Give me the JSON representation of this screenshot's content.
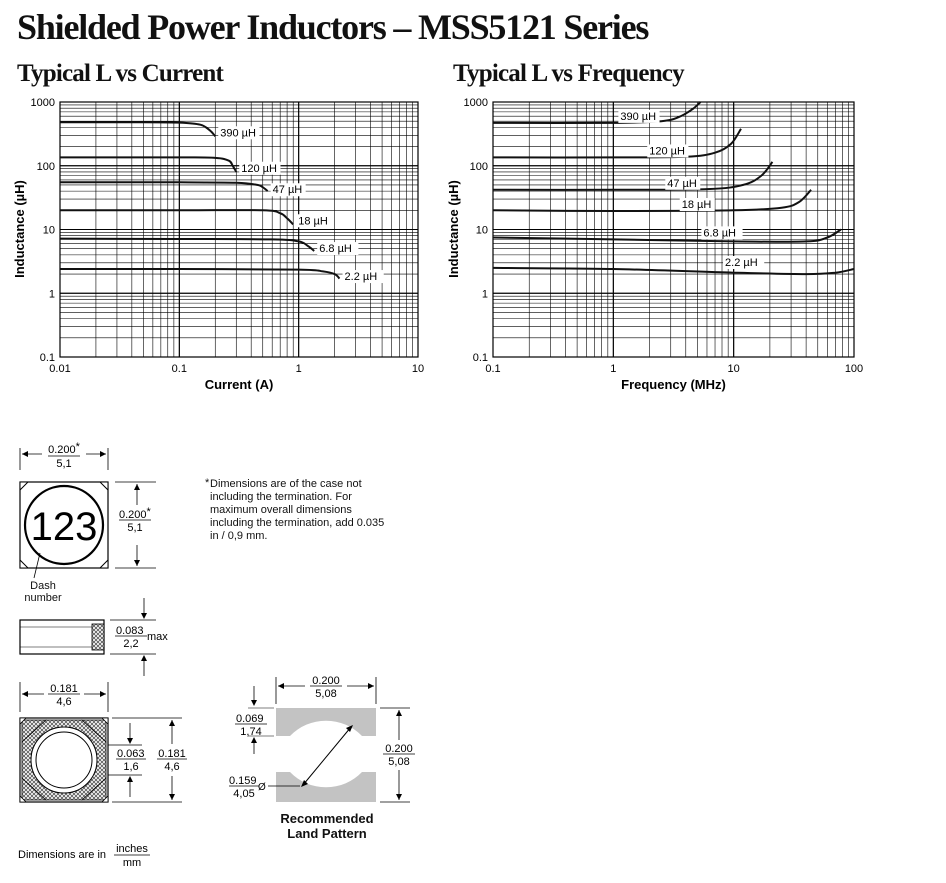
{
  "page": {
    "title": "Shielded Power Inductors – MSS5121 Series"
  },
  "chart_data": [
    {
      "type": "line",
      "title": "Typical L vs Current",
      "xlabel": "Current (A)",
      "ylabel": "Inductance (µH)",
      "xscale": "log",
      "yscale": "log",
      "xlim": [
        0.01,
        10
      ],
      "ylim": [
        0.1,
        1000
      ],
      "xticks": [
        "0.01",
        "0.1",
        "1",
        "10"
      ],
      "yticks": [
        "0.1",
        "1",
        "10",
        "100",
        "1000"
      ],
      "grid": true,
      "series": [
        {
          "name": "390 µH",
          "x": [
            0.01,
            0.05,
            0.1,
            0.15,
            0.18,
            0.2
          ],
          "y": [
            480,
            480,
            476,
            440,
            360,
            290
          ]
        },
        {
          "name": "120 µH",
          "x": [
            0.01,
            0.1,
            0.2,
            0.26,
            0.28,
            0.3
          ],
          "y": [
            135,
            135,
            133,
            120,
            100,
            80
          ]
        },
        {
          "name": "47 µH",
          "x": [
            0.01,
            0.1,
            0.3,
            0.45,
            0.5,
            0.55
          ],
          "y": [
            55,
            55,
            54,
            50,
            46,
            40
          ]
        },
        {
          "name": "18 µH",
          "x": [
            0.01,
            0.1,
            0.5,
            0.7,
            0.8,
            0.9
          ],
          "y": [
            20,
            20,
            20,
            18,
            15,
            12
          ]
        },
        {
          "name": "6.8 µH",
          "x": [
            0.01,
            0.1,
            0.6,
            1.0,
            1.2,
            1.35
          ],
          "y": [
            7.2,
            7.1,
            7.0,
            6.5,
            5.5,
            4.6
          ]
        },
        {
          "name": "2.2 µH",
          "x": [
            0.01,
            0.1,
            1.0,
            1.6,
            2.0,
            2.2
          ],
          "y": [
            2.4,
            2.4,
            2.35,
            2.2,
            2.0,
            1.7
          ]
        }
      ]
    },
    {
      "type": "line",
      "title": "Typical L vs Frequency",
      "xlabel": "Frequency (MHz)",
      "ylabel": "Inductance (µH)",
      "xscale": "log",
      "yscale": "log",
      "xlim": [
        0.1,
        100
      ],
      "ylim": [
        0.1,
        1000
      ],
      "xticks": [
        "0.1",
        "1",
        "10",
        "100"
      ],
      "yticks": [
        "0.1",
        "1",
        "10",
        "100",
        "1000"
      ],
      "grid": true,
      "series": [
        {
          "name": "390 µH",
          "x": [
            0.1,
            1,
            2.5,
            3.5,
            4.5,
            5.3
          ],
          "y": [
            470,
            470,
            500,
            580,
            760,
            1000
          ]
        },
        {
          "name": "120 µH",
          "x": [
            0.1,
            1,
            4,
            7,
            9.5,
            11.5
          ],
          "y": [
            135,
            135,
            138,
            160,
            220,
            380
          ]
        },
        {
          "name": "47 µH",
          "x": [
            0.1,
            1,
            6,
            12,
            17,
            21
          ],
          "y": [
            42,
            42,
            43,
            50,
            70,
            115
          ]
        },
        {
          "name": "18 µH",
          "x": [
            0.1,
            1,
            10,
            25,
            35,
            44
          ],
          "y": [
            20,
            19.5,
            20,
            22,
            27,
            42
          ]
        },
        {
          "name": "6.8 µH",
          "x": [
            0.1,
            1,
            10,
            40,
            60,
            78
          ],
          "y": [
            7.5,
            7,
            6.5,
            6.5,
            7.5,
            10
          ]
        },
        {
          "name": "2.2 µH",
          "x": [
            0.1,
            1,
            10,
            40,
            70,
            100
          ],
          "y": [
            2.5,
            2.4,
            2.1,
            2.0,
            2.1,
            2.4
          ]
        }
      ]
    }
  ],
  "drawing": {
    "top_width": "0.200",
    "top_width_mm": "5,1",
    "top_height": "0.200",
    "top_height_mm": "5,1",
    "star": "*",
    "marking": "123",
    "dash_label": "Dash\nnumber",
    "case_note": "Dimensions are of the case not including the termination. For maximum overall dimensions including the termination, add 0.035 in / 0,9 mm.",
    "height": "0.083",
    "height_mm": "2,2",
    "height_suffix": "max",
    "bottom_width": "0.181",
    "bottom_width_mm": "4,6",
    "bottom_height": "0.181",
    "bottom_height_mm": "4,6",
    "inner": "0.063",
    "inner_mm": "1,6",
    "units_text": "Dimensions are in",
    "units_num": "inches",
    "units_den": "mm"
  },
  "land_pattern": {
    "width": "0.200",
    "width_mm": "5,08",
    "height": "0.200",
    "height_mm": "5,08",
    "gap": "0.069",
    "gap_mm": "1,74",
    "diameter": "0.159",
    "diameter_mm": "4,05",
    "diameter_symbol": "Ø",
    "caption": "Recommended\nLand Pattern"
  }
}
